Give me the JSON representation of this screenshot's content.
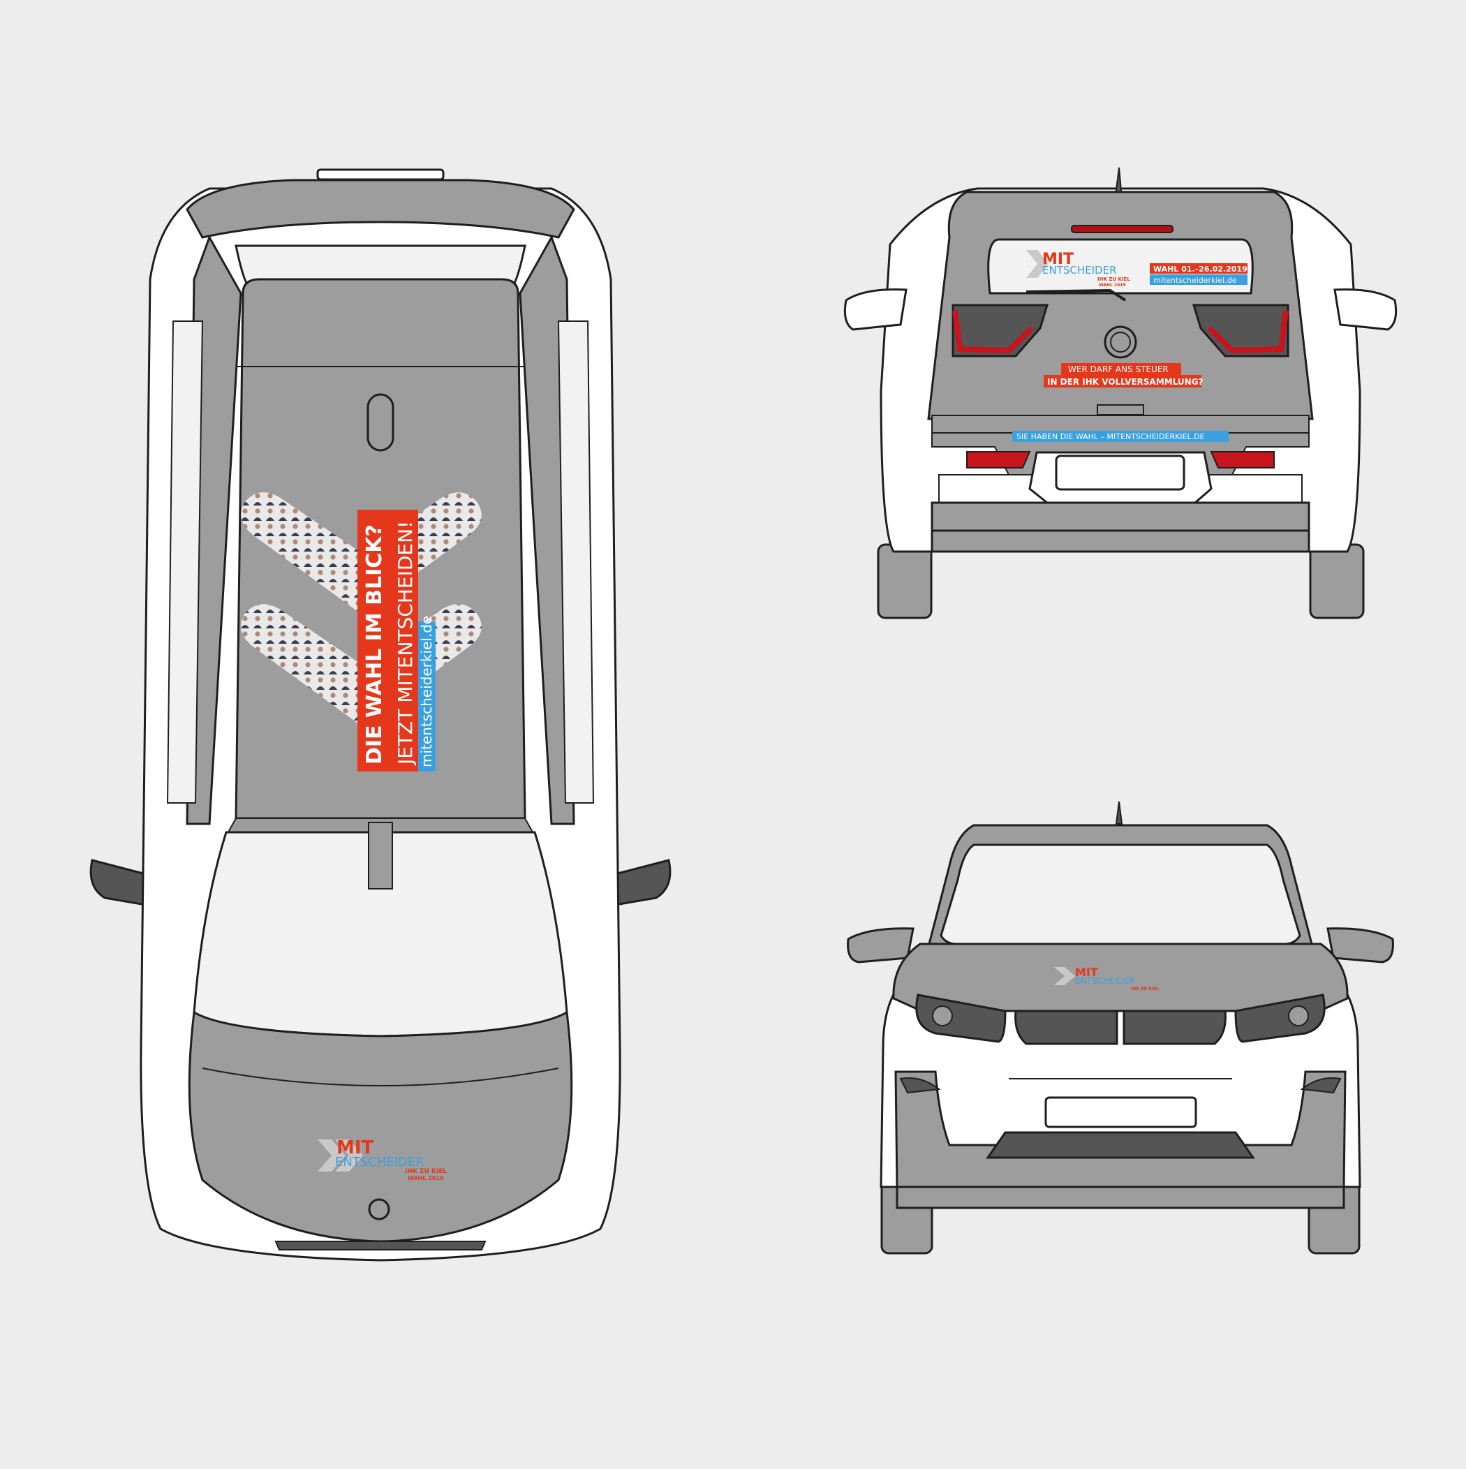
{
  "colors": {
    "background": "#eeedee",
    "body_grey": "#9d9d9d",
    "panel_white": "#ffffff",
    "outline": "#1e1e1e",
    "glass": "#f2f2f2",
    "brand_red": "#e4371b",
    "brand_blue": "#3aa0dd",
    "brand_grey": "#c9c9c9",
    "light_red": "#c8141c"
  },
  "brand": {
    "mit": "MIT",
    "entscheider": "ENTSCHEIDER",
    "ihk": "IHK ZU KIEL",
    "wahl": "WAHL 2019"
  },
  "roof": {
    "headline_1": "DIE WAHL IM BLICK?",
    "headline_2": "JETZT MITENTSCHEIDEN!",
    "url": "mitentscheiderkiel.de",
    "chevron_icon": "double-chevron-people-collage-icon"
  },
  "rear": {
    "window_date": "WAHL 01.–26.02.2019",
    "window_url": "mitentscheiderkiel.de",
    "tailgate_line_1": "WER DARF ANS STEUER",
    "tailgate_line_2": "IN DER IHK VOLLVERSAMMLUNG?",
    "bumper_text": "SIE HABEN DIE WAHL – MITENTSCHEIDERKIEL.DE"
  }
}
